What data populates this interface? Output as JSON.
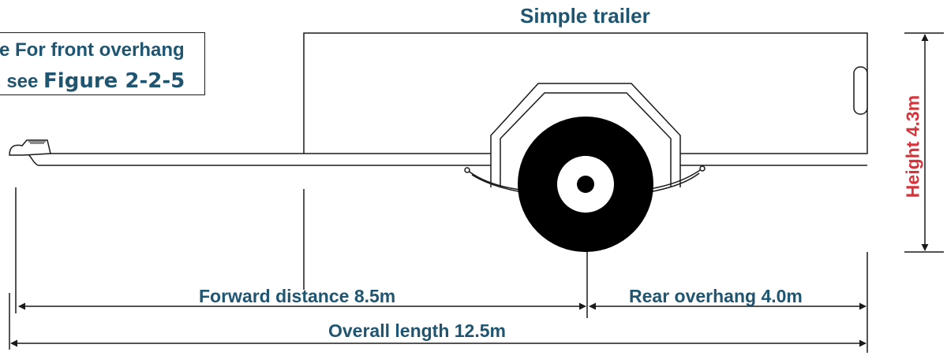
{
  "title": "Simple trailer",
  "note": {
    "line1": "e For front overhang",
    "line2_prefix": ", see ",
    "line2_ref": "Figure 2-2-5"
  },
  "dimensions": {
    "forward_distance": "Forward distance 8.5m",
    "rear_overhang": "Rear overhang 4.0m",
    "overall_length": "Overall length 12.5m",
    "height": "Height 4.3m"
  },
  "colors": {
    "text_blue": "#1f5570",
    "height_red": "#d8333a",
    "line": "#1a1a1a"
  }
}
